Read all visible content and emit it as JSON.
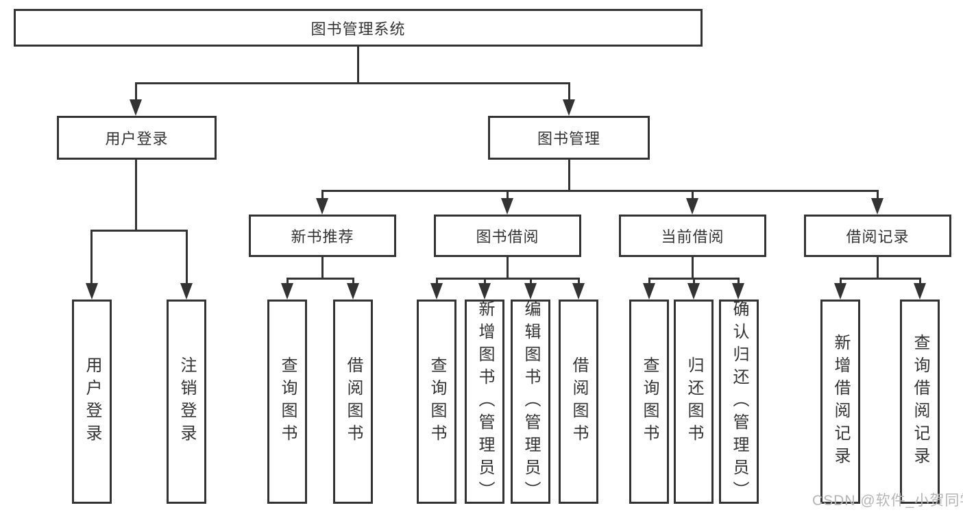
{
  "diagram": {
    "title": "图书管理系统",
    "tree": {
      "label": "图书管理系统",
      "children": [
        {
          "label": "用户登录",
          "children": [
            {
              "label": "用户登录"
            },
            {
              "label": "注销登录"
            }
          ]
        },
        {
          "label": "图书管理",
          "children": [
            {
              "label": "新书推荐",
              "children": [
                {
                  "label": "查询图书"
                },
                {
                  "label": "借阅图书"
                }
              ]
            },
            {
              "label": "图书借阅",
              "children": [
                {
                  "label": "查询图书"
                },
                {
                  "label": "新增图书（管理员）"
                },
                {
                  "label": "编辑图书（管理员）"
                },
                {
                  "label": "借阅图书"
                }
              ]
            },
            {
              "label": "当前借阅",
              "children": [
                {
                  "label": "查询图书"
                },
                {
                  "label": "归还图书"
                },
                {
                  "label": "确认归还（管理员）"
                }
              ]
            },
            {
              "label": "借阅记录",
              "children": [
                {
                  "label": "新增借阅记录"
                },
                {
                  "label": "查询借阅记录"
                }
              ]
            }
          ]
        }
      ]
    },
    "colors": {
      "line": "#333333",
      "box_border": "#333333",
      "text": "#333333",
      "background": "#ffffff",
      "watermark": "#b5b5b5"
    }
  },
  "watermark": {
    "text": "CSDN @软件_小贺同学"
  }
}
